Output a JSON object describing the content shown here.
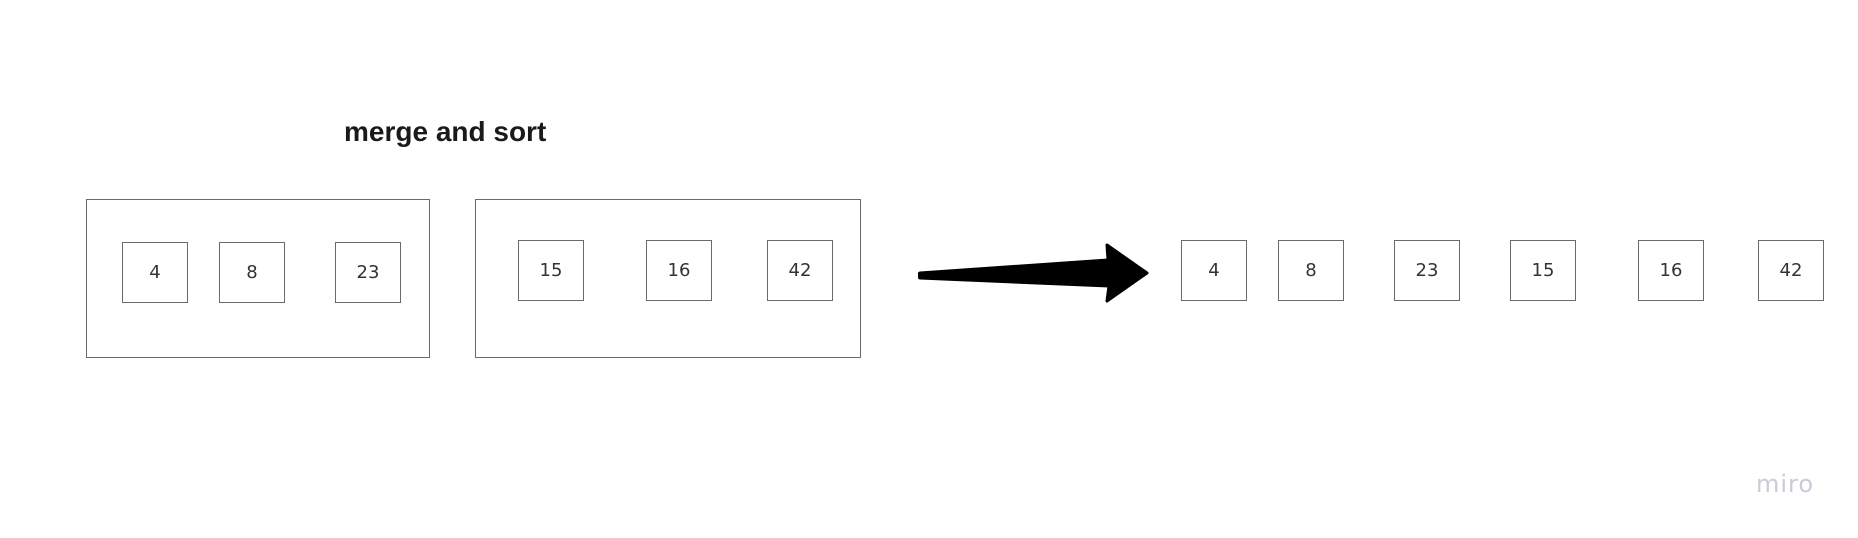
{
  "title": "merge and sort",
  "input_groups": [
    {
      "values": [
        "4",
        "8",
        "23"
      ]
    },
    {
      "values": [
        "15",
        "16",
        "42"
      ]
    }
  ],
  "output": {
    "values": [
      "4",
      "8",
      "23",
      "15",
      "16",
      "42"
    ]
  },
  "watermark": "miro",
  "colors": {
    "border": "#6a6a6a",
    "text": "#333333",
    "title": "#1a1a1a",
    "arrow": "#000000",
    "watermark": "#c9ccd6"
  },
  "icons": {
    "arrow": "arrow-right-icon"
  }
}
